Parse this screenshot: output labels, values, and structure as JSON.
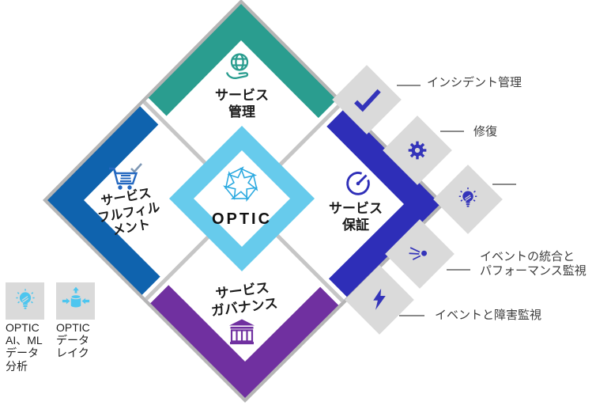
{
  "diagram": {
    "center": {
      "label": "OPTIC",
      "icon": "aperture-icon"
    },
    "quadrants": [
      {
        "id": "top",
        "label": "サービス\n管理",
        "icon": "globe-hand-icon",
        "color": "#2A9D8F"
      },
      {
        "id": "right",
        "label": "サービス\n保証",
        "icon": "gauge-icon",
        "color": "#2E2EB8"
      },
      {
        "id": "bottom",
        "label": "サービス\nガバナンス",
        "icon": "bank-icon",
        "color": "#7030A0"
      },
      {
        "id": "left",
        "label": "サービス\nフルフィル\nメント",
        "icon": "cart-check-icon",
        "color": "#0F63AE"
      }
    ]
  },
  "callouts": [
    {
      "icon": "checkmark-icon",
      "label": "インシデント管理"
    },
    {
      "icon": "gear-icon",
      "label": "修復"
    },
    {
      "icon": "lightbulb-icon",
      "label": ""
    },
    {
      "icon": "motion-icon",
      "label": "イベントの統合と\nパフォーマンス監視"
    },
    {
      "icon": "lightning-icon",
      "label": "イベントと障害監視"
    }
  ],
  "data_tiles": [
    {
      "icon": "ai-lightbulb-icon",
      "label": "OPTIC\nAI、ML\nデータ\n分析"
    },
    {
      "icon": "data-lake-icon",
      "label": "OPTIC\nデータ\nレイク"
    }
  ],
  "colors": {
    "teal": "#2A9D8F",
    "blue": "#0F63AE",
    "indigo": "#2E2EB8",
    "purple": "#7030A0",
    "sky": "#67CBEC",
    "aperture_blue": "#2AA9E0",
    "icon_indigo": "#3434BA",
    "icon_cyan": "#4EC6EF",
    "cart_blue": "#2468C0",
    "check_gray_blue": "#7E98B5",
    "tile_gray": "#DADADA",
    "outline_gray": "#B5B5B5",
    "channel_gray": "#C6C6C6",
    "white": "#FFFFFF"
  }
}
